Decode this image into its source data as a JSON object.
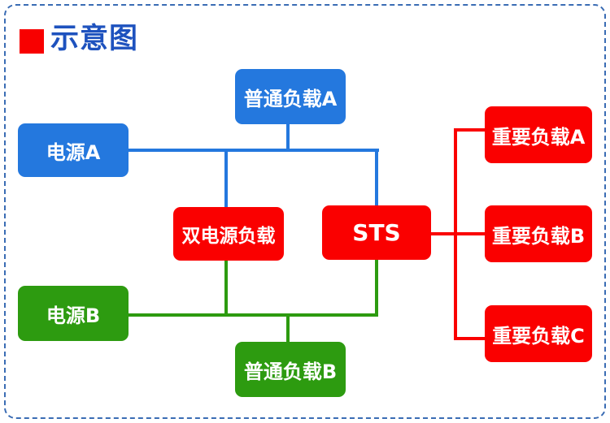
{
  "header": {
    "title": "示意图"
  },
  "colors": {
    "blue": "#2478de",
    "green": "#2d9b10",
    "red": "#fa0000",
    "title_text": "#1e52be",
    "accent_square": "#f80000",
    "frame_border": "#3a6cb4",
    "node_text": "#ffffff"
  },
  "nodes": {
    "normal_load_a": {
      "label": "普通负载A",
      "color": "#2478de"
    },
    "power_a": {
      "label": "电源A",
      "color": "#2478de"
    },
    "dual_power_load": {
      "label": "双电源负载",
      "color": "#fa0000"
    },
    "sts": {
      "label": "STS",
      "color": "#fa0000"
    },
    "power_b": {
      "label": "电源B",
      "color": "#2d9b10"
    },
    "normal_load_b": {
      "label": "普通负载B",
      "color": "#2d9b10"
    },
    "important_load_a": {
      "label": "重要负载A",
      "color": "#fa0000"
    },
    "important_load_b": {
      "label": "重要负载B",
      "color": "#fa0000"
    },
    "important_load_c": {
      "label": "重要负载C",
      "color": "#fa0000"
    }
  },
  "connections": [
    {
      "from": "power_a",
      "to": [
        "normal_load_a",
        "dual_power_load",
        "sts"
      ],
      "color": "#2478de"
    },
    {
      "from": "power_b",
      "to": [
        "dual_power_load",
        "sts",
        "normal_load_b"
      ],
      "color": "#2d9b10"
    },
    {
      "from": "sts",
      "to": [
        "important_load_a",
        "important_load_b",
        "important_load_c"
      ],
      "color": "#fa0000"
    }
  ]
}
